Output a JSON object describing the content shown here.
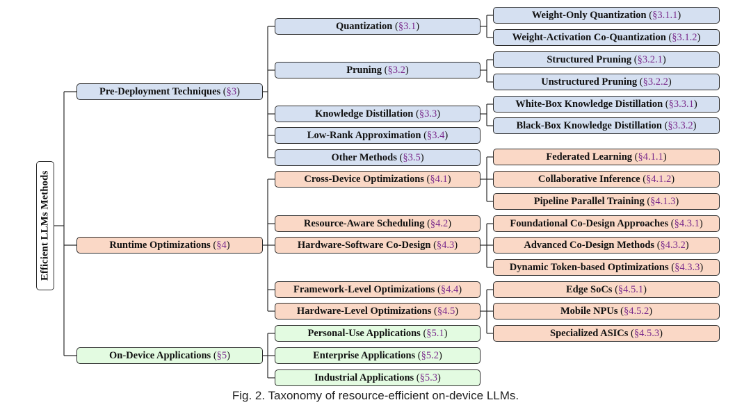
{
  "root": {
    "label": "Efficient LLMs Methods"
  },
  "caption": "Fig. 2.  Taxonomy of resource-efficient on-device LLMs.",
  "categories": [
    {
      "id": "pre",
      "label": "Pre-Deployment Techniques",
      "ref": "§3",
      "color": "#d5e0f1",
      "children": [
        {
          "id": "quant",
          "label": "Quantization",
          "ref": "§3.1",
          "children": [
            {
              "label": "Weight-Only Quantization",
              "ref": "§3.1.1"
            },
            {
              "label": "Weight-Activation Co-Quantization",
              "ref": "§3.1.2"
            }
          ]
        },
        {
          "id": "prune",
          "label": "Pruning",
          "ref": "§3.2",
          "children": [
            {
              "label": "Structured Pruning",
              "ref": "§3.2.1"
            },
            {
              "label": "Unstructured Pruning",
              "ref": "§3.2.2"
            }
          ]
        },
        {
          "id": "kd",
          "label": "Knowledge Distillation",
          "ref": "§3.3",
          "children": [
            {
              "label": "White-Box Knowledge Distillation",
              "ref": "§3.3.1"
            },
            {
              "label": "Black-Box Knowledge Distillation",
              "ref": "§3.3.2"
            }
          ]
        },
        {
          "id": "lra",
          "label": "Low-Rank Approximation",
          "ref": "§3.4",
          "children": []
        },
        {
          "id": "other",
          "label": "Other Methods",
          "ref": "§3.5",
          "children": []
        }
      ]
    },
    {
      "id": "runtime",
      "label": "Runtime Optimizations",
      "ref": "§4",
      "color": "#fad8c6",
      "children": [
        {
          "id": "cross",
          "label": "Cross-Device Optimizations",
          "ref": "§4.1",
          "children": [
            {
              "label": "Federated Learning",
              "ref": "§4.1.1"
            },
            {
              "label": "Collaborative Inference",
              "ref": "§4.1.2"
            },
            {
              "label": "Pipeline Parallel Training",
              "ref": "§4.1.3"
            }
          ]
        },
        {
          "id": "sched",
          "label": "Resource-Aware Scheduling",
          "ref": "§4.2",
          "children": []
        },
        {
          "id": "hwsw",
          "label": "Hardware-Software Co-Design",
          "ref": "§4.3",
          "children": [
            {
              "label": "Foundational Co-Design Approaches",
              "ref": "§4.3.1"
            },
            {
              "label": "Advanced Co-Design Methods",
              "ref": "§4.3.2"
            },
            {
              "label": "Dynamic Token-based Optimizations",
              "ref": "§4.3.3"
            }
          ]
        },
        {
          "id": "fw",
          "label": "Framework-Level Optimizations",
          "ref": "§4.4",
          "children": []
        },
        {
          "id": "hw",
          "label": "Hardware-Level Optimizations",
          "ref": "§4.5",
          "children": [
            {
              "label": "Edge SoCs",
              "ref": "§4.5.1"
            },
            {
              "label": "Mobile NPUs",
              "ref": "§4.5.2"
            },
            {
              "label": "Specialized ASICs",
              "ref": "§4.5.3"
            }
          ]
        }
      ]
    },
    {
      "id": "apps",
      "label": "On-Device Applications",
      "ref": "§5",
      "color": "#e3fbe1",
      "children": [
        {
          "id": "personal",
          "label": "Personal-Use Applications",
          "ref": "§5.1",
          "children": []
        },
        {
          "id": "enterprise",
          "label": "Enterprise Applications",
          "ref": "§5.2",
          "children": []
        },
        {
          "id": "industrial",
          "label": "Industrial Applications",
          "ref": "§5.3",
          "children": []
        }
      ]
    }
  ]
}
